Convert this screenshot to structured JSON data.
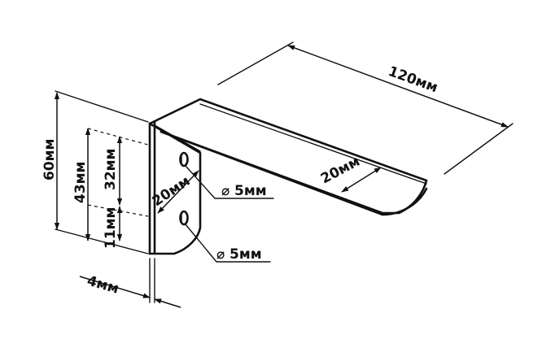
{
  "dimensions": {
    "length": "120мм",
    "height": "60мм",
    "hole_spacing_total": "43мм",
    "hole_spacing": "32мм",
    "hole_offset": "11мм",
    "width_vertical": "20мм",
    "width_horizontal": "20мм",
    "thickness": "4мм",
    "hole_diameter_top": "5мм",
    "hole_diameter_bottom": "5мм"
  },
  "symbols": {
    "diameter": "⌀"
  }
}
